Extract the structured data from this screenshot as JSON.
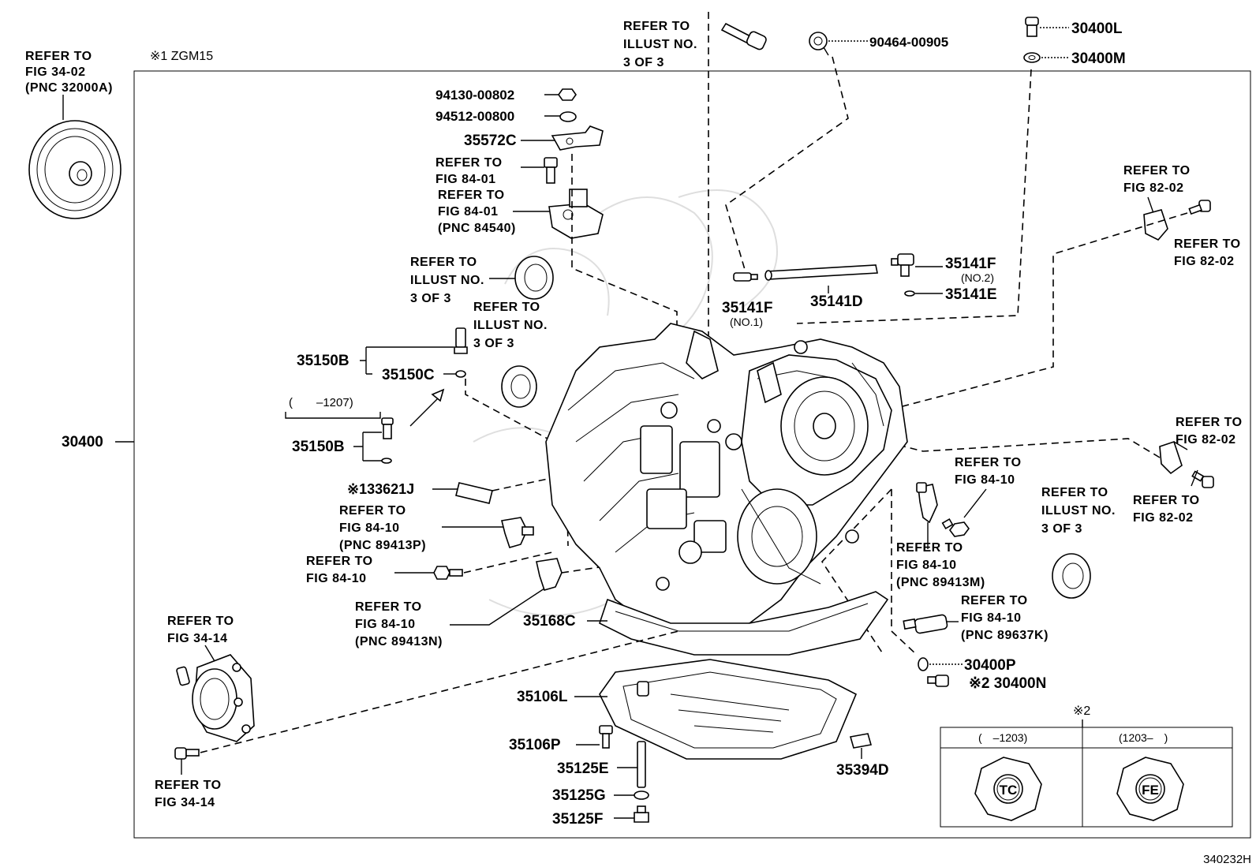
{
  "figure_id": "340232H",
  "frame_note": "※1 ZGM15",
  "top_refer": [
    "REFER TO",
    "ILLUST NO.",
    "3 OF 3"
  ],
  "torque_converter_refer": [
    "REFER TO",
    "FIG 34-02",
    "(PNC 32000A)"
  ],
  "assembly_pnc": "30400",
  "parts": {
    "p94130": "94130-00802",
    "p94512": "94512-00800",
    "p35572C": "35572C",
    "p90464": "90464-00905",
    "p30400L": "30400L",
    "p30400M": "30400M",
    "p35141F_no2": "35141F",
    "p35141F_no2_sub": "(NO.2)",
    "p35141E": "35141E",
    "p35141F_no1": "35141F",
    "p35141F_no1_sub": "(NO.1)",
    "p35141D": "35141D",
    "p35150B_upper": "35150B",
    "p35150C": "35150C",
    "p35150B_lower": "35150B",
    "p35150B_range": "(　　–1207)",
    "p33621J": "※133621J",
    "p35168C": "35168C",
    "p35106L": "35106L",
    "p35106P": "35106P",
    "p35125E": "35125E",
    "p35125G": "35125G",
    "p35125F": "35125F",
    "p35394D": "35394D",
    "p30400P": "30400P",
    "p30400N": "※2 30400N"
  },
  "refs": {
    "fig8401_a": [
      "REFER TO",
      "FIG 84-01"
    ],
    "fig8401_b": [
      "REFER TO",
      "FIG 84-01",
      "(PNC 84540)"
    ],
    "illust3_a": [
      "REFER TO",
      "ILLUST NO.",
      "3 OF 3"
    ],
    "illust3_b": [
      "REFER TO",
      "ILLUST NO.",
      "3 OF 3"
    ],
    "fig8202_a": [
      "REFER TO",
      "FIG 82-02"
    ],
    "fig8202_b": [
      "REFER TO",
      "FIG 82-02"
    ],
    "fig8202_c": [
      "REFER TO",
      "FIG 82-02"
    ],
    "fig8202_d": [
      "REFER TO",
      "FIG 82-02"
    ],
    "fig8410_p": [
      "REFER TO",
      "FIG 84-10",
      "(PNC 89413P)"
    ],
    "fig8410_plain": [
      "REFER TO",
      "FIG 84-10"
    ],
    "fig8410_n": [
      "REFER TO",
      "FIG 84-10",
      "(PNC 89413N)"
    ],
    "fig8410_right": [
      "REFER TO",
      "FIG 84-10"
    ],
    "fig8410_m": [
      "REFER TO",
      "FIG 84-10",
      "(PNC 89413M)"
    ],
    "fig8410_k": [
      "REFER TO",
      "FIG 84-10",
      "(PNC 89637K)"
    ],
    "illust3_c": [
      "REFER TO",
      "ILLUST NO.",
      "3 OF 3"
    ],
    "fig3414_a": [
      "REFER TO",
      "FIG 34-14"
    ],
    "fig3414_b": [
      "REFER TO",
      "FIG 34-14"
    ]
  },
  "inset": {
    "mark": "※2",
    "col1": "(　–1203)",
    "col2": "(1203–　)",
    "badge1": "TC",
    "badge2": "FE"
  }
}
